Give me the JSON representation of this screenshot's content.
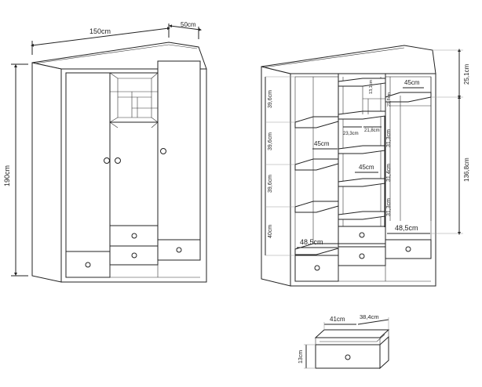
{
  "closed_view": {
    "width": "150cm",
    "depth": "50cm",
    "height": "190cm"
  },
  "open_view": {
    "left_heights": [
      "39,6cm",
      "39,6cm",
      "39,6cm",
      "40cm"
    ],
    "top_right_height": "25,1cm",
    "right_height": "136,8cm",
    "shelf_depth_top": "45cm",
    "shelf_depth_left": "45cm",
    "shelf_depth_mid": "45cm",
    "compartment_width_a": "23,3cm",
    "compartment_width_b": "21,8cm",
    "small_height": "13,1cm",
    "small_height_2": "21,8cm",
    "mid_heights": [
      "31,3cm",
      "31,4cm",
      "31,3cm"
    ],
    "bottom_width_left": "48,5cm",
    "bottom_width_right": "48,5cm"
  },
  "drawer": {
    "width": "41cm",
    "depth": "38,4cm",
    "height": "13cm"
  }
}
